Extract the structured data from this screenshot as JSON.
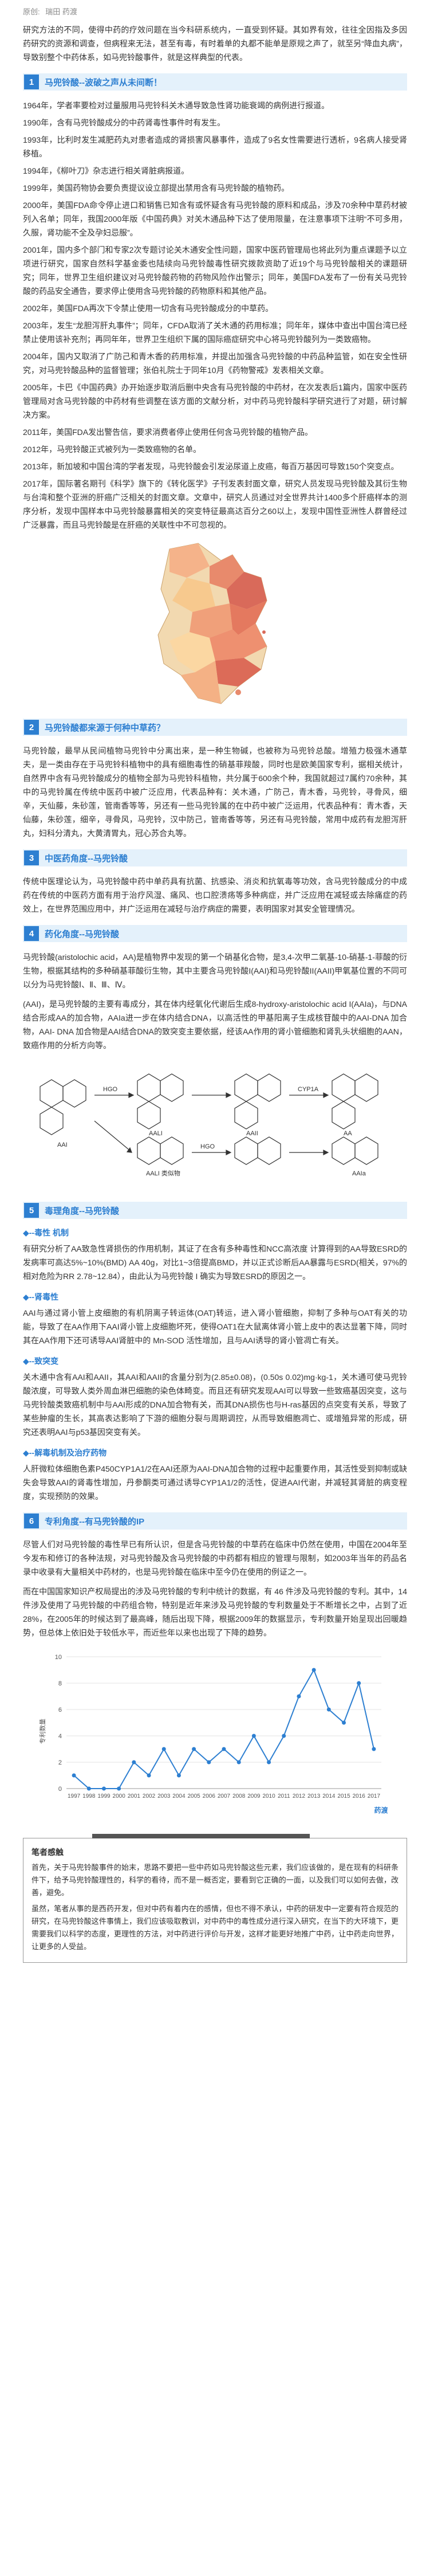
{
  "meta": {
    "label": "原创:",
    "author": "瑞田 药渡"
  },
  "intro": "研究方法的不同，使得中药的疗效问题在当今科研系统内，一直受到怀疑。其如界有效，往往全因指及多因药研究的资源和调查，但病程来无法，甚至有毒，有时着单的丸都不能单是原规之声了，就至另“降血丸病”，导致别整个中药体系，如马兜铃酸事件，就是这样典型的代表。",
  "sections": {
    "s1": {
      "num": "1",
      "title": "马兜铃酸--波破之声从未间断！"
    },
    "s2": {
      "num": "2",
      "title": "马兜铃酸都来源于何种中草药？"
    },
    "s3": {
      "num": "3",
      "title": "中医药角度--马兜铃酸"
    },
    "s4": {
      "num": "4",
      "title": "药化角度--马兜铃酸"
    },
    "s5": {
      "num": "5",
      "title": "毒理角度--马兜铃酸"
    },
    "s6": {
      "num": "6",
      "title": "专利角度--有马兜铃酸的IP"
    }
  },
  "timeline": [
    "1964年，学者率要检对过量服用马兜铃科关木通导致急性肾功能衰竭的病例进行报道。",
    "1990年，含有马兜铃酸成分的中药肾毒性事件时有发生。",
    "1993年，比利时发生减肥药丸对患者造成的肾损害风暴事件，造成了9名女性需要进行透析，9名病人接受肾移植。",
    "1994年，《柳叶刀》杂志进行相关肾脏病报道。",
    "1999年，美国药物协会要负责提议设立部提出禁用含有马兜铃酸的植物药。",
    "2000年，美国FDA命令停止进口和销售已知含有或怀疑含有马兜铃酸的原料和成品，涉及70余种中草药材被列入名单；同年，我国2000年版《中国药典》对关木通品种下达了使用限量，在注意事项下注明“不可多用，久服，肾功能不全及孕妇忌服”。",
    "2001年，国内多个部门和专家2次专题讨论关木通安全性问题，国家中医药管理局也将此列为重点课题予以立项进行研究，国家自然科学基金委也陆续向马兜铃酸毒性研究拨款资助了近19个与马兜铃酸相关的课题研究；同年，世界卫生组织建议对马兜铃酸药物的药物风险作出警示；同年，美国FDA发布了一份有关马兜铃酸的药品安全通告，要求停止使用含马兜铃酸的药物原料和其他产品。",
    "2002年，美国FDA再次下令禁止使用一切含有马兜铃酸成分的中草药。",
    "2003年，发生“龙胆泻肝丸事件”；同年，CFDA取消了关木通的药用标准；同年年，媒体中查出中国台湾已经禁止使用该补充剂；再同年年，世界卫生组织下属的国际癌症研究中心将马兜铃酸列为一类致癌物。",
    "2004年，国内又取消了广防己和青木香的药用标准，并提出加强含马兜铃酸的中药品种监管，如在安全性研究，对马兜铃酸品种的监督管理；张伯礼院士于同年10月《药物警戒》发表相关文章。",
    "2005年，卡巴《中国药典》办开始逐步取消后删中央含有马兜铃酸的中药材，在次发表后1篇内，国家中医药管理局对含马兜铃酸的中药材有些调整在该方面的文献分析，对中药马兜铃酸科学研究进行了对题，研讨解决方案。",
    "2011年，美国FDA发出警告信，要求消费者停止使用任何含马兜铃酸的植物产品。",
    "2012年，马兜铃酸正式被列为一类致癌物的名单。",
    "2013年，新加坡和中国台湾的学者发现，马兜铃酸会引发泌尿道上皮癌，每百万基因可导致150个突变点。",
    "2017年，国际著名期刊《科学》旗下的《转化医学》子刊发表封面文章，研究人员发现马兜铃酸及其衍生物与台湾和整个亚洲的肝癌广泛相关的封面文章。文章中，研究人员通过对全世界共计1400多个肝癌样本的测序分析，发现中国样本中马兜铃酸暴露相关的突变特征最高达百分之60以上，发现中国性亚洲性人群曾经过广泛暴露，而且马兜铃酸是在肝癌的关联性中不可忽视的。"
  ],
  "s2_text": "马兜铃酸，最早从民间植物马兜铃中分离出来，是一种生物碱，也被称为马兜铃总酸。增殖力极强木通草夫，是一类由存在于马兜铃科植物中的具有细胞毒性的硝基菲羧酸，同时也是欧美国家专利，据相关统计，自然界中含有马兜铃酸成分的植物全部为马兜铃科植物，共分属于600余个种，我国就超过7属约70余种，其中的马兜铃属在传统中医药中被广泛应用，代表品种有：关木通，广防己，青木香，马兜铃，寻骨风，细辛，天仙藤，朱砂莲，管南香等等，另还有一些马兜铃属的在中药中被广泛运用，代表品种有：青木香，天仙藤，朱砂莲，细辛，寻骨风，马兜铃，汉中防己，管南香等等，另还有马兜铃酸，常用中成药有龙胆泻肝丸，妇科分清丸，大黄清胃丸，冠心苏合丸等。",
  "s3_text": "传统中医理论认为，马兜铃酸中药中单药具有抗菌、抗感染、消炎和抗氧毒等功效，含马兜铃酸成分的中成药在传统的中医药方面有用于治疗风湿、痛风、也口腔溃疡等多种病症，并广泛应用在减轻或去除痛症的药效上，在世界范围应用中，并广泛运用在减轻与治疗病症的需要，表明国家对其安全管理情况。",
  "s4_text1": "马兜铃酸(aristolochic acid，AA)是植物界中发现的第一个硝基化合物，是3,4-次甲二氧基-10-硝基-1-菲酸的衍生物，根据其结构的多种硝基菲酸衍生物，其中主要含马兜铃酸I(AAI)和马兜铃酸II(AAII)甲氧基位置的不同可以分为马兜铃酸Ⅰ、Ⅱ、Ⅲ、Ⅳ。",
  "s4_text2": "(AAI)，是马兜铃酸的主要有毒成分，其在体内经氧化代谢后生成8-hydroxy-aristolochic acid I(AAIa)，与DNA结合形成AA的加合物，AAIa进一步在体内结合DNA，以高活性的甲基阳离子生成核苷酸中的AAI-DNA 加合物，AAI- DNA 加合物是AAI结合DNA的致突变主要依据，经该AA作用的肾小管细胞和肾乳头状细胞的AAN，致癌作用的分析方向等。",
  "diagram": {
    "labels": {
      "aai": "AAI",
      "aali": "AALI",
      "aaii": "AAII",
      "aa": "AA",
      "aall": "AALI 类似物",
      "aala": "AAIa",
      "cyp1a": "CYP1A",
      "hgo": "HGO",
      "hgo2": "HGO"
    }
  },
  "s5": {
    "sub1": "◆--毒性 机制",
    "sub1_text": "有研究分析了AA致急性肾损伤的作用机制，其证了在含有多种毒性和NCC高浓度 计算得到的AA导致ESRD的发病率可高达5%~10%(BMD) AA 40g，对比1~3倍提高BMD，并以正式诊断后AA暴露与ESRD(相关，97%的相对危险为RR 2.78~12.84），由此认为马兜铃酸 I 确实为导致ESRD的原因之一。",
    "sub2": "◆--肾毒性",
    "sub2_text": "AAI与通过肾小管上皮细胞的有机阴离子转运体(OAT)转运，进入肾小管细胞，抑制了多种与OAT有关的功能，导致了在AA作用下AAI肾小管上皮细胞坏死，使得OAT1在大鼠离体肾小管上皮中的表达显著下降，同时其在AA作用下还可诱导AAI肾脏中的 Mn-SOD 活性增加，且与AAI诱导的肾小管凋亡有关。",
    "sub3": "◆--致突变",
    "sub3_text": "关木通中含有AAI和AAII，其AAI和AAII的含量分别为(2.85±0.08)，(0.50s 0.02)mg·kg-1，关木通可使马兜铃酸浓度，可导致人类外周血淋巴细胞的染色体畸变。而且还有研究发现AAI可以导致一些致癌基因突变，这与马兜铃酸类致癌机制中与AAI形成的DNA加合物有关，而其DNA损伤也与H-ras基因的点突变有关系，导致了某些肿瘤的生长，其高表达影响了下游的细胞分裂与周期调控，从而导致细胞凋亡、或增殖异常的形成，研究还表明AAI与p53基因突变有关。",
    "sub4": "◆--解毒机制及治疗药物",
    "sub4_text": "人肝微粒体细胞色素P450CYP1A1/2在AAI还原为AAI-DNA加合物的过程中起重要作用，其活性受到抑制或缺失会导致AAI的肾毒性增加，丹参酮类可通过诱导CYP1A1/2的活性，促进AAI代谢，并减轻其肾脏的病变程度，实现预防的效果。"
  },
  "s6_text1": "尽管人们对马兜铃酸的毒性早已有所认识，但是含马兜铃酸的中草药在临床中仍然在使用，中国在2004年至今发布和修订的各种法规，对马兜铃酸及含马兜铃酸的中药都有相应的管理与限制，如2003年当年的药品名录中收录有大量相关中药材的，也是马兜铃酸在临床中至今仍在使用的例证之一。",
  "s6_text2": "而在中国国家知识产权局提出的涉及马兜铃酸的专利中统计的数据，有 46 件涉及马兜铃酸的专利。其中，14件涉及使用了马兜铃酸的中药组合物，特别是近年来涉及马兜铃酸的专利数量处于不断增长之中，占到了近28%，在2005年的时候达到了最高峰，随后出现下降，根据2009年的数据显示，专利数量开始呈现出回暖趋势，但总体上依旧处于较低水平，而近些年以来也出现了下降的趋势。",
  "chart_data": {
    "type": "line",
    "title": "",
    "xlabel": "",
    "ylabel": "专利数量",
    "x": [
      "1997",
      "1998",
      "1999",
      "2000",
      "2001",
      "2002",
      "2003",
      "2004",
      "2005",
      "2006",
      "2007",
      "2008",
      "2009",
      "2010",
      "2011",
      "2012",
      "2013",
      "2014",
      "2015",
      "2016",
      "2017"
    ],
    "values": [
      1,
      0,
      0,
      0,
      2,
      1,
      3,
      1,
      3,
      2,
      3,
      2,
      4,
      2,
      4,
      7,
      9,
      6,
      5,
      8,
      3
    ],
    "ylim": [
      0,
      10
    ],
    "yticks": [
      0,
      2,
      4,
      6,
      8,
      10
    ],
    "color": "#2d7fd1",
    "watermark": "药渡"
  },
  "note": {
    "title": "笔者感触",
    "p1": "首先，关于马兜铃酸事件的始末，思路不要把一些中药如马兜铃酸这些元素，我们应该做的，是在现有的科研条件下，给予马兜铃酸理性的，科学的看待，而不是一概否定，要看到它正确的一面，以及我们可以如何去做，改善，避免。",
    "p2": "虽然，笔者从事的是西药开发，但对中药有着内在的感情，但也不得不承认，中药的研发中一定要有符合规范的研究，在马兜铃酸这件事情上，我们应该吸取教训，对中药中的毒性成分进行深入研究，在当下的大环境下，更需要我们以科学的态度，更理性的方法，对中药进行评价与开发，这样才能更好地推广中药，让中药走向世界，让更多的人受益。"
  }
}
